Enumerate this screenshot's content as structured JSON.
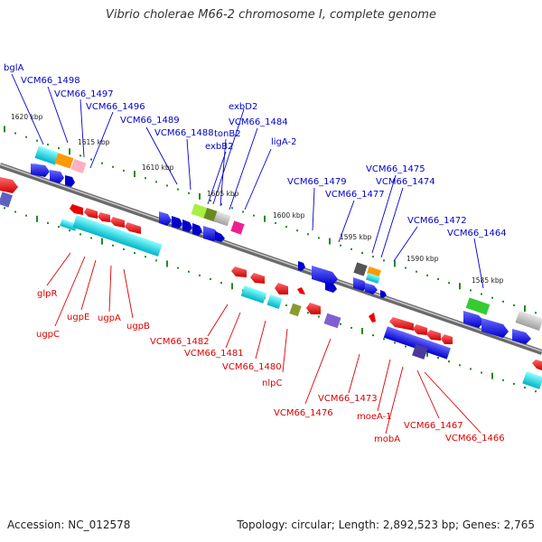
{
  "title": "Vibrio cholerae M66-2 chromosome I, complete genome",
  "footer": {
    "accession": "Accession: NC_012578",
    "topology": "Topology: circular; Length: 2,892,523 bp; Genes: 2,765"
  },
  "ticks": [
    "1620 kbp",
    "1615 kbp",
    "1610 kbp",
    "1605 kbp",
    "1600 kbp",
    "1595 kbp",
    "1590 kbp",
    "1585 kbp"
  ],
  "labels_top": [
    "bglA",
    "VCM66_1498",
    "VCM66_1497",
    "VCM66_1496",
    "VCM66_1489",
    "VCM66_1488",
    "exbB2",
    "exbD2",
    "tonB2",
    "VCM66_1484",
    "ligA-2",
    "VCM66_1479",
    "VCM66_1477",
    "VCM66_1475",
    "VCM66_1474",
    "VCM66_1472",
    "VCM66_1464"
  ],
  "labels_bottom": [
    "glpR",
    "ugpC",
    "ugpE",
    "ugpA",
    "ugpB",
    "VCM66_1482",
    "VCM66_1481",
    "VCM66_1480",
    "nlpC",
    "VCM66_1476",
    "VCM66_1473",
    "moeA-1",
    "mobA",
    "VCM66_1467",
    "VCM66_1466"
  ],
  "colors": {
    "top_label": "#0000cc",
    "bottom_label": "#dd0000",
    "backbone": "#808080",
    "tick": "#228b22"
  }
}
